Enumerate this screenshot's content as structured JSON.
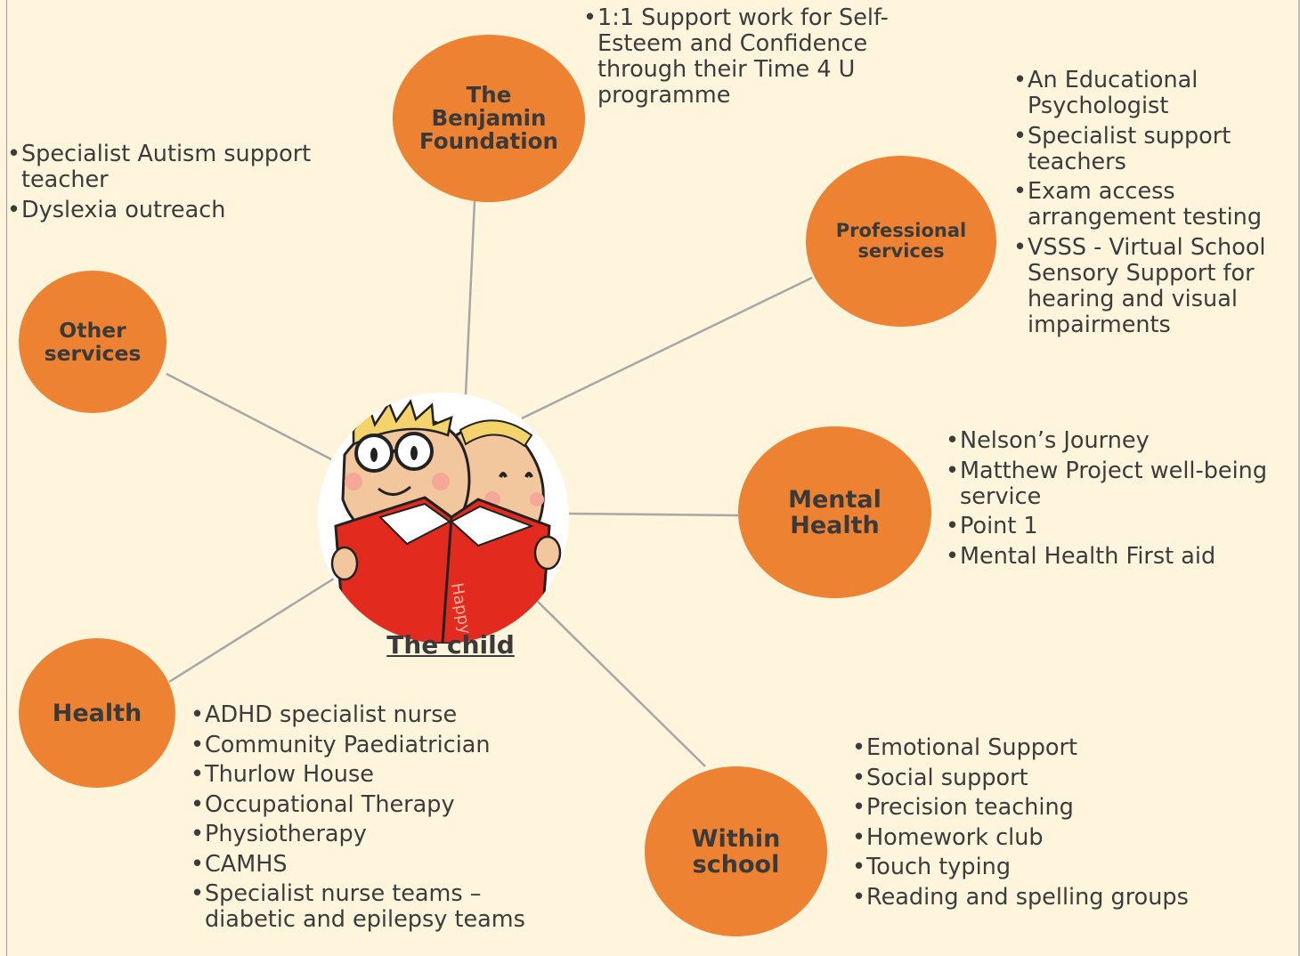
{
  "center": {
    "label": "The child",
    "book_spine_text": "Happy"
  },
  "nodes": {
    "benjamin": {
      "label_lines": [
        "The",
        "Benjamin",
        "Foundation"
      ],
      "items": [
        "1:1 Support work for Self-Esteem and Confidence through their Time 4 U programme"
      ]
    },
    "professional": {
      "label_lines": [
        "Professional",
        "services"
      ],
      "items": [
        "An Educational Psychologist",
        "Specialist support teachers",
        "Exam access arrangement testing",
        "VSSS - Virtual School Sensory Support for hearing and visual impairments"
      ]
    },
    "other": {
      "label_lines": [
        "Other",
        "services"
      ],
      "items": [
        "Specialist Autism support teacher",
        "Dyslexia outreach"
      ]
    },
    "mental": {
      "label_lines": [
        "Mental",
        "Health"
      ],
      "items": [
        "Nelson’s Journey",
        "Matthew Project well-being service",
        "Point 1",
        "Mental Health First aid"
      ]
    },
    "health": {
      "label_lines": [
        "Health"
      ],
      "items": [
        "ADHD specialist nurse",
        "Community Paediatrician",
        "Thurlow House",
        "Occupational Therapy",
        "Physiotherapy",
        "CAMHS",
        "Specialist nurse teams – diabetic and epilepsy teams"
      ]
    },
    "school": {
      "label_lines": [
        "Within",
        "school"
      ],
      "items": [
        "Emotional Support",
        "Social support",
        "Precision teaching",
        "Homework club",
        "Touch typing",
        "Reading and spelling groups"
      ]
    }
  },
  "colors": {
    "node_fill": "#ee8233",
    "background": "#fff4dc",
    "connector": "#a7a7a7"
  }
}
